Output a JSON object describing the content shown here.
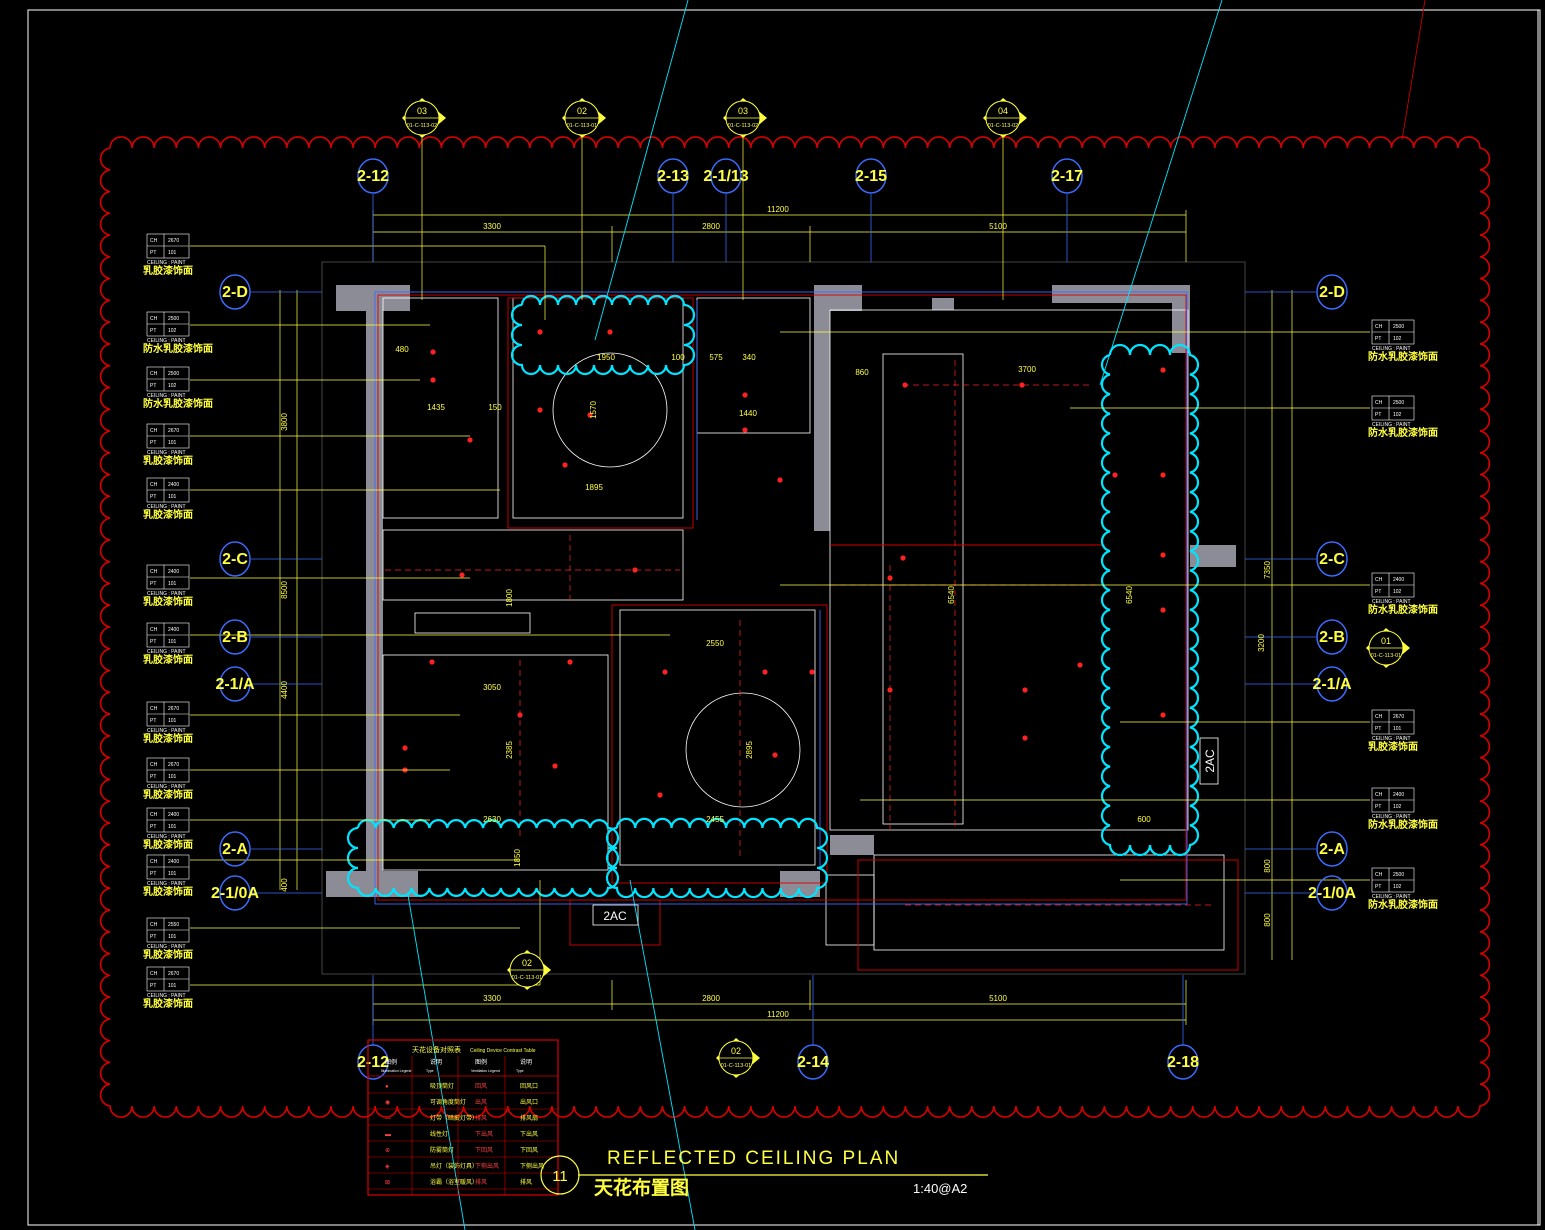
{
  "drawing": {
    "title_en": "REFLECTED CEILING PLAN",
    "title_cn": "天花布置图",
    "scale": "1:40@A2",
    "number": "11"
  },
  "grid_top": [
    "2-12",
    "2-13",
    "2-1/13",
    "2-15",
    "2-17"
  ],
  "grid_bottom": [
    "2-12",
    "2-14",
    "2-18"
  ],
  "grid_left": [
    "2-D",
    "2-C",
    "2-B",
    "2-1/A",
    "2-A",
    "2-1/0A"
  ],
  "grid_right": [
    "2-D",
    "2-C",
    "2-B",
    "2-1/A",
    "2-A",
    "2-1/0A"
  ],
  "dims_top": [
    "11200",
    "3300",
    "2800",
    "5100"
  ],
  "dims_bottom": [
    "3300",
    "2800",
    "5100",
    "11200"
  ],
  "dims_interior": [
    "480",
    "1435",
    "150",
    "1950",
    "100",
    "575",
    "340",
    "1440",
    "860",
    "3700",
    "1570",
    "6540",
    "1800",
    "2550",
    "3050",
    "2385",
    "2895",
    "2630",
    "2455",
    "1850",
    "1895",
    "6540",
    "600",
    "7350",
    "3200",
    "8500",
    "4400",
    "3800",
    "800",
    "800",
    "400"
  ],
  "ac_labels": [
    "2AC",
    "2AC"
  ],
  "section_marks": [
    {
      "num": "03",
      "ref": "01-C-113-02"
    },
    {
      "num": "02",
      "ref": "01-C-113-01"
    },
    {
      "num": "03",
      "ref": "01-C-113-02"
    },
    {
      "num": "04",
      "ref": "01-C-113-02"
    },
    {
      "num": "02",
      "ref": "01-C-113-01"
    },
    {
      "num": "02",
      "ref": "01-C-113-01"
    },
    {
      "num": "01",
      "ref": "01-C-113-01"
    }
  ],
  "tags_left": [
    {
      "ch": "2670",
      "pt": "101",
      "label": "乳胶漆饰面"
    },
    {
      "ch": "2500",
      "pt": "102",
      "label": "防水乳胶漆饰面"
    },
    {
      "ch": "2500",
      "pt": "102",
      "label": "防水乳胶漆饰面"
    },
    {
      "ch": "2670",
      "pt": "101",
      "label": "乳胶漆饰面"
    },
    {
      "ch": "2400",
      "pt": "101",
      "label": "乳胶漆饰面"
    },
    {
      "ch": "2400",
      "pt": "101",
      "label": "乳胶漆饰面"
    },
    {
      "ch": "2400",
      "pt": "101",
      "label": "乳胶漆饰面"
    },
    {
      "ch": "2670",
      "pt": "101",
      "label": "乳胶漆饰面"
    },
    {
      "ch": "2670",
      "pt": "101",
      "label": "乳胶漆饰面"
    },
    {
      "ch": "2400",
      "pt": "101",
      "label": "乳胶漆饰面"
    },
    {
      "ch": "2400",
      "pt": "101",
      "label": "乳胶漆饰面"
    },
    {
      "ch": "2550",
      "pt": "101",
      "label": "乳胶漆饰面"
    },
    {
      "ch": "2670",
      "pt": "101",
      "label": "乳胶漆饰面"
    }
  ],
  "tags_right": [
    {
      "ch": "2500",
      "pt": "102",
      "label": "防水乳胶漆饰面"
    },
    {
      "ch": "2500",
      "pt": "102",
      "label": "防水乳胶漆饰面"
    },
    {
      "ch": "2400",
      "pt": "102",
      "label": "防水乳胶漆饰面"
    },
    {
      "ch": "2670",
      "pt": "101",
      "label": "乳胶漆饰面"
    },
    {
      "ch": "2400",
      "pt": "102",
      "label": "防水乳胶漆饰面"
    },
    {
      "ch": "2500",
      "pt": "102",
      "label": "防水乳胶漆饰面"
    }
  ],
  "tag_fields": {
    "ch": "CH",
    "pt": "PT",
    "kind": "CEILING : PAINT"
  },
  "legend": {
    "title": "天花设备对照表",
    "title_en": "Ceiling Device Contrast Table",
    "headers": [
      "图例",
      "说明",
      "图例",
      "说明"
    ],
    "headers_en": [
      "Illumination Legend",
      "Type",
      "Ventilation Legend",
      "Type"
    ],
    "rows": [
      [
        "●",
        "吸顶筒灯",
        "回风",
        "回风口"
      ],
      [
        "◉",
        "可调角度筒灯",
        "出风",
        "出风口"
      ],
      [
        "—",
        "灯带（暗藏灯带）",
        "排风",
        "排风扇"
      ],
      [
        "▬",
        "线性灯",
        "下出风",
        "下出风"
      ],
      [
        "⊕",
        "防雾筒灯",
        "下回风",
        "下回风"
      ],
      [
        "◈",
        "吊灯（装饰灯具）",
        "下侧出风",
        "下侧出风"
      ],
      [
        "⊠",
        "浴霸（浴室暖风）",
        "排风",
        "排风"
      ]
    ]
  },
  "colors": {
    "background": "#000000",
    "wall": "#8c8c96",
    "cloud_outer": "#d80000",
    "cloud_inner": "#00e5ff",
    "dimension": "#ffff40",
    "grid_bubble": "#3a6bff",
    "lighting": "#ff2020"
  }
}
